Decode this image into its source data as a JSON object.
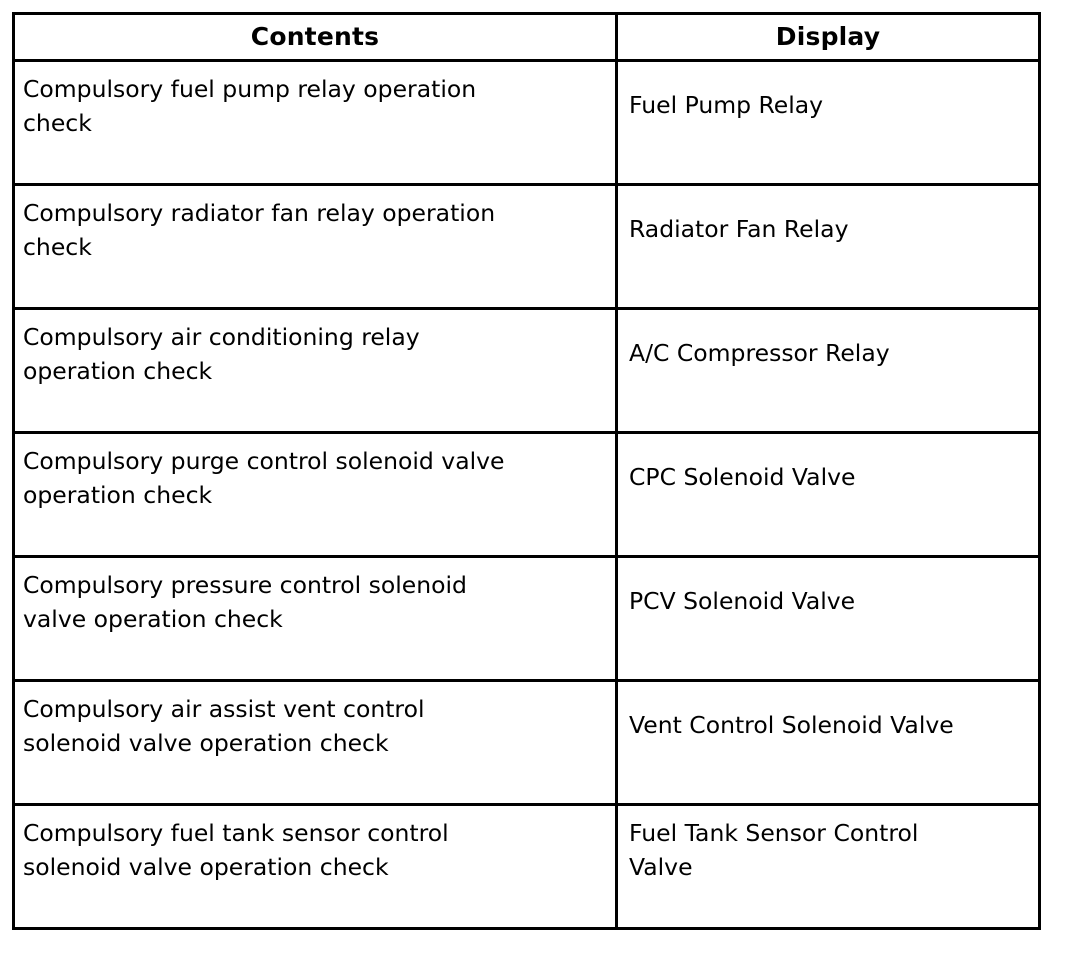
{
  "table": {
    "name": "compulsory-operation-check-table",
    "columns": [
      {
        "key": "contents",
        "label": "Contents",
        "align": "center"
      },
      {
        "key": "display",
        "label": "Display",
        "align": "center"
      }
    ],
    "rows": [
      {
        "contents": "Compulsory fuel pump relay operation\ncheck",
        "display": "Fuel Pump Relay"
      },
      {
        "contents": "Compulsory radiator fan relay operation\ncheck",
        "display": "Radiator Fan Relay"
      },
      {
        "contents": "Compulsory air conditioning relay\noperation check",
        "display": "A/C Compressor Relay"
      },
      {
        "contents": "Compulsory purge control solenoid valve\noperation check",
        "display": "CPC Solenoid Valve"
      },
      {
        "contents": "Compulsory pressure control solenoid\nvalve operation check",
        "display": "PCV Solenoid Valve"
      },
      {
        "contents": "Compulsory air assist vent control\nsolenoid valve operation check",
        "display": "Vent Control Solenoid Valve"
      },
      {
        "contents": "Compulsory fuel tank sensor control\nsolenoid valve operation check",
        "display": "Fuel Tank Sensor Control\nValve"
      }
    ]
  },
  "style": {
    "border_color": "#000000",
    "background_color": "#ffffff",
    "text_color": "#000000"
  }
}
